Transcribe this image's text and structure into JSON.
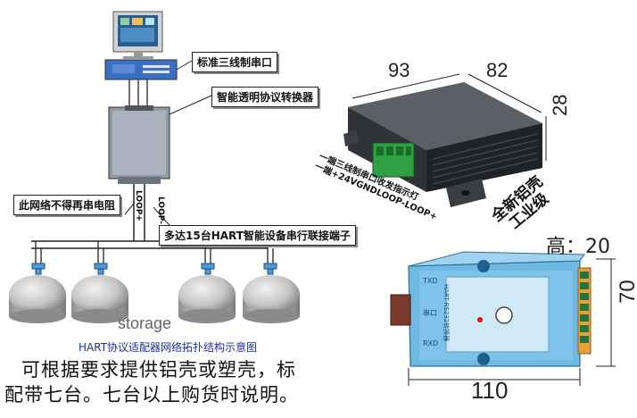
{
  "callouts": {
    "serial_port": "标准三线制串口",
    "converter": "智能透明协议转换器",
    "no_resistor": "此网络不得再串电阻",
    "up_to_15": "多达15台HART智能设备串行联接端子"
  },
  "terminals": {
    "loop_plus": "LOOP+",
    "loop_minus": "LOOP-"
  },
  "storage_label": "storage",
  "topology_caption": "HART协议适配器网络拓扑结构示意图",
  "footer": {
    "line1": "可根据要求提供铝壳或塑壳，标",
    "line2": "配带七台。七台以上购货时说明。"
  },
  "metal_box": {
    "dim_length": "93",
    "dim_width": "82",
    "dim_height": "28",
    "brand_line1": "全新铝壳",
    "brand_line2": "工业级",
    "label_line1": "一端三线制串口收发指示灯",
    "label_line2": "一端+24VGNDLOOP-LOOP+"
  },
  "plastic_box": {
    "height_label": "高：20",
    "dim_width": "70",
    "dim_length": "110",
    "port_labels": [
      "TXD",
      "串口",
      "RXD"
    ],
    "center_text": "HART-RS232转换器"
  }
}
